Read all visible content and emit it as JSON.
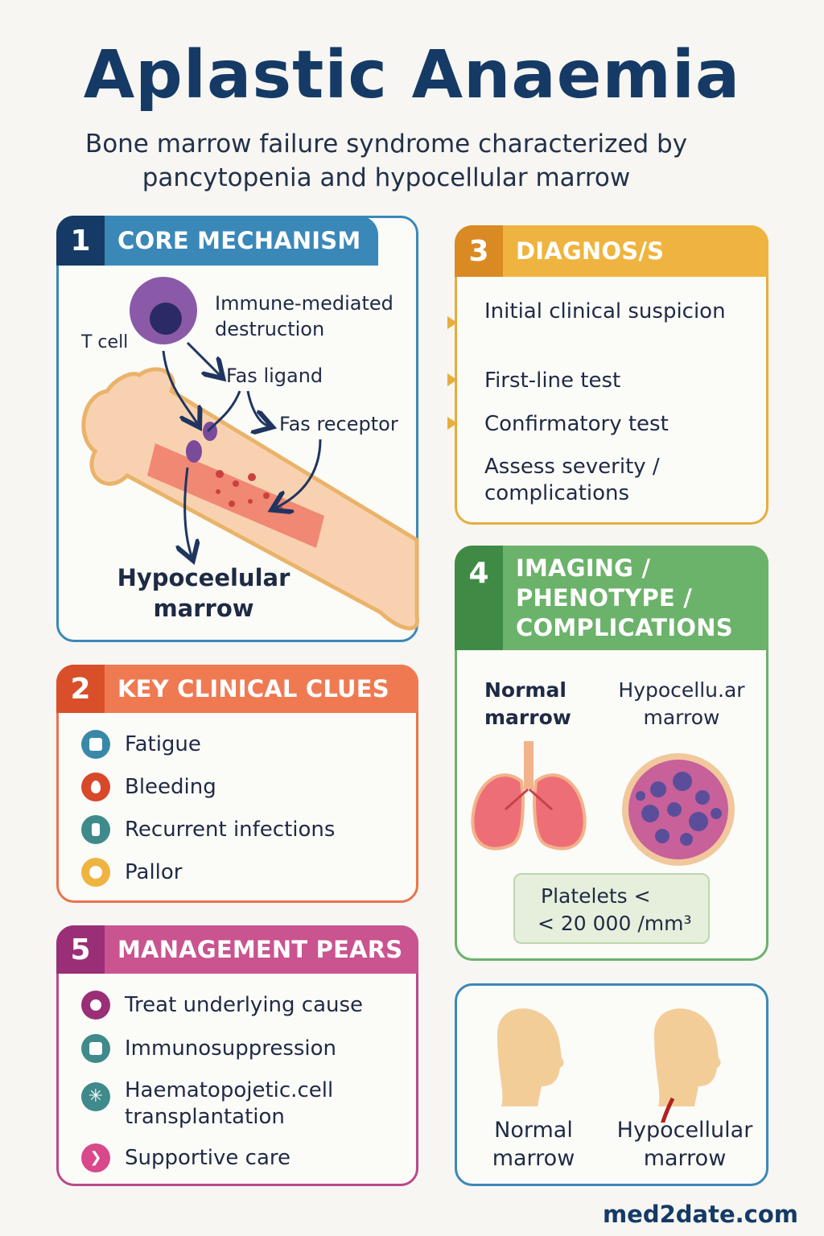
{
  "header": {
    "title": "Aplastic Anaemia",
    "subtitle": "Bone marrow failure syndrome characterized by pancytopenia and hypocellular marrow"
  },
  "card1": {
    "number": "1",
    "label": "CORE MECHANISM",
    "t_cell": "T cell",
    "immune": "Immune-mediated destruction",
    "fas_ligand": "Fas ligand",
    "fas_receptor": "Fas receptor",
    "result": "Hypoceelular marrow"
  },
  "card2": {
    "number": "2",
    "label": "KEY CLINICAL CLUES",
    "items": [
      {
        "text": "Fatigue",
        "color": "#3a88a8"
      },
      {
        "text": "Bleeding",
        "color": "#d8482a"
      },
      {
        "text": "Recurrent infections",
        "color": "#3f8a8a"
      },
      {
        "text": "Pallor",
        "color": "#efb43f"
      }
    ]
  },
  "card3": {
    "number": "3",
    "label": "DIAGNOS/S",
    "steps": [
      "Initial clinical suspicion",
      "First-line test",
      "Confirmatory test",
      "Assess severity / complications"
    ]
  },
  "card4": {
    "number": "4",
    "label": "IMAGING / PHENOTYPE / COMPLICATIONS",
    "normal": "Normal marrow",
    "hypo": "Hypocellu.ar marrow",
    "platelets_line1": "Platelets <",
    "platelets_line2": "< 20 000 /mm³"
  },
  "card5": {
    "number": "5",
    "label": "MANAGEMENT PEARS",
    "items": [
      {
        "text": "Treat underlying cause",
        "color": "#9a2f77"
      },
      {
        "text": "Immunosuppression",
        "color": "#3f8a8a"
      },
      {
        "text": "Haematopojetic.cell transplantation",
        "color": "#3f8a8a"
      },
      {
        "text": "Supportive care",
        "color": "#d8488a"
      }
    ]
  },
  "card6": {
    "left_label": "Normal marrow",
    "right_label": "Hypocellular marrow"
  },
  "footer": {
    "site": "med2date.com"
  }
}
